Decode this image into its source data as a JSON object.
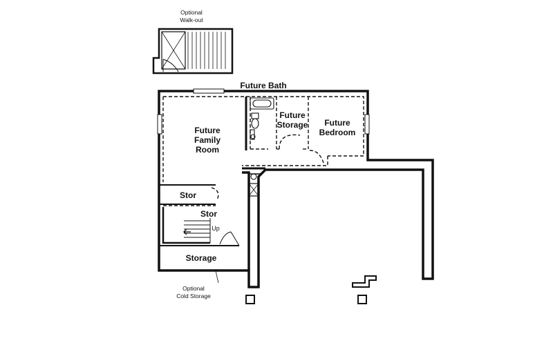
{
  "notes": {
    "walkout_line1": "Optional",
    "walkout_line2": "Walk-out",
    "cold_line1": "Optional",
    "cold_line2": "Cold Storage"
  },
  "rooms": {
    "future_bath": "Future Bath",
    "family_line1": "Future",
    "family_line2": "Family",
    "family_line3": "Room",
    "storage_line1": "Future",
    "storage_line2": "Storage",
    "bedroom_line1": "Future",
    "bedroom_line2": "Bedroom",
    "stor_upper": "Stor",
    "stor_lower": "Stor",
    "stairs_up": "Up",
    "storage": "Storage"
  }
}
